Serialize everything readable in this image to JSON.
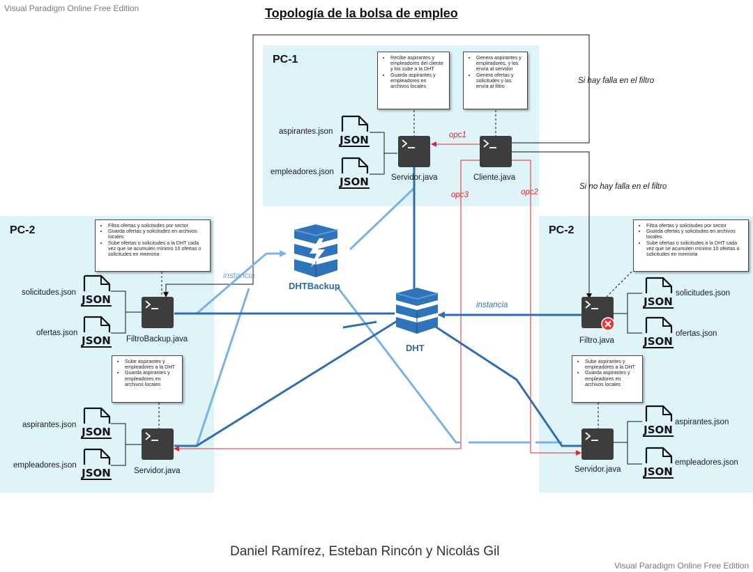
{
  "watermark_top": "Visual Paradigm Online Free Edition",
  "watermark_bottom": "Visual Paradigm Online Free Edition",
  "title": "Topología de la bolsa de empleo",
  "authors": "Daniel Ramírez,  Esteban Rincón y Nicolás Gil",
  "pc1": {
    "label": "PC-1",
    "files": [
      "aspirantes.json",
      "empleadores.json"
    ],
    "servidor": "Servidor.java",
    "cliente": "Cliente.java",
    "note_servidor": [
      "Recibe aspirantes y empleadores del cliente y los sube a la DHT",
      "Guarda aspirantes y empleadores en archivos locales"
    ],
    "note_cliente": [
      "Genera aspirantes y empleadores, y los envía al servidor",
      "Genera ofertas y solicitudes y las envía al filtro"
    ]
  },
  "pc2_left": {
    "label": "PC-2",
    "filtro_files": [
      "solicitudes.json",
      "ofertas.json"
    ],
    "filtro": "FiltroBackup.java",
    "note_filtro": [
      "Filtra ofertas y solicitudes por sector",
      "Guarda ofertas y solicitudes en archivos locales",
      "Sube  ofertas o solicitudes a la DHT cada vez que se acumulen mínimo 10 ofertas o solicitudes en memoria"
    ],
    "servidor_files": [
      "aspirantes.json",
      "empleadores.json"
    ],
    "servidor": "Servidor.java",
    "note_servidor": [
      "Sube aspirantes y empleadores a la DHT",
      "Guarda aspirantes y empleadores en archivos locales"
    ]
  },
  "pc2_right": {
    "label": "PC-2",
    "filtro_files": [
      "solicitudes.json",
      "ofertas.json"
    ],
    "filtro": "Filtro.java",
    "note_filtro": [
      "Filtra ofertas y solicitudes por sector",
      "Guarda ofertas y solicitudes en archivos locales",
      "Sube  ofertas o solicitudes a la DHT cada vez que se acumulen mínimo 10 ofertas o solicitudes en memoria"
    ],
    "servidor_files": [
      "aspirantes.json",
      "empleadores.json"
    ],
    "servidor": "Servidor.java",
    "note_servidor": [
      "Sube aspirantes y empleadores a la DHT",
      "Guarda aspirantes y empleadores en archivos locales"
    ]
  },
  "db": {
    "backup": "DHTBackup",
    "main": "DHT"
  },
  "edges": {
    "opc1": "opc1",
    "opc2": "opc2",
    "opc3": "opc3",
    "instancia_left": "instancia",
    "instancia_right": "instancia",
    "falla": "Si hay falla en el filtro",
    "no_falla": "Si no hay falla en el filtro"
  },
  "json_icon_text": "JSON",
  "colors": {
    "panel": "#def4f8",
    "dark_blue": "#2f6db0",
    "light_blue": "#79b2e6",
    "red": "#e0262a"
  }
}
